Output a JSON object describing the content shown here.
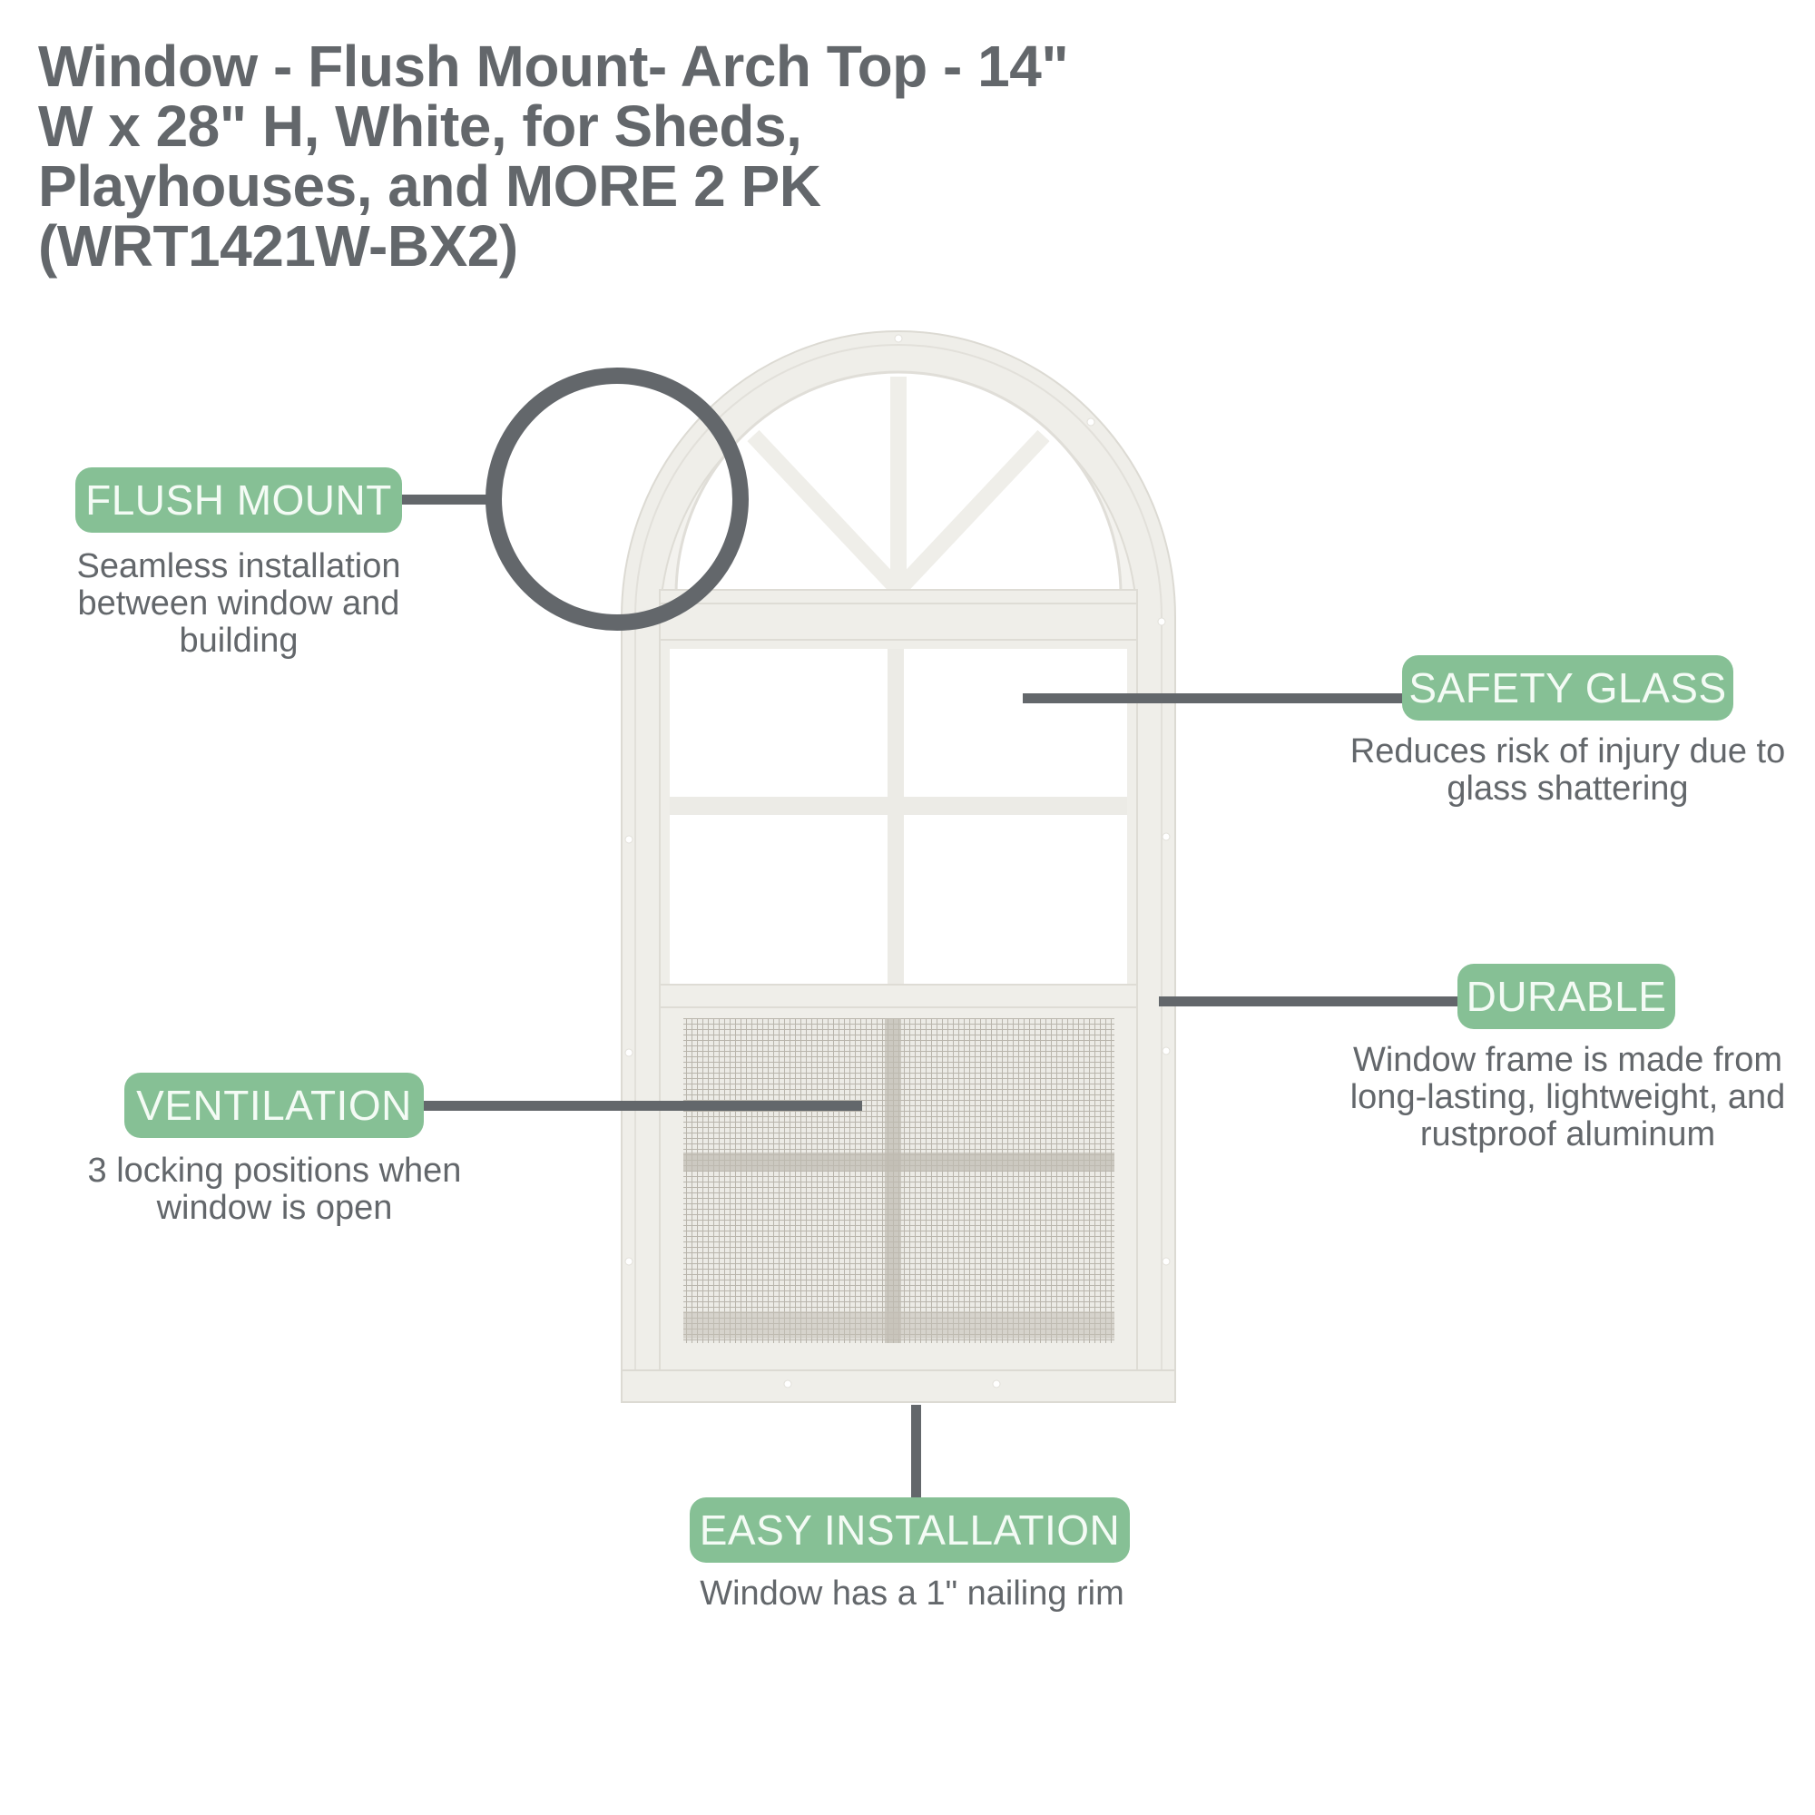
{
  "product": {
    "title_lines": [
      "Window - Flush Mount- Arch Top - 14\"",
      "W x 28\" H, White, for Sheds,",
      "Playhouses, and MORE 2 PK",
      "(WRT1421W-BX2)"
    ]
  },
  "features": {
    "flush_mount": {
      "label": "FLUSH MOUNT",
      "desc_lines": [
        "Seamless installation",
        "between window and",
        "building"
      ]
    },
    "safety_glass": {
      "label": "SAFETY GLASS",
      "desc_lines": [
        "Reduces risk of injury due to",
        "glass shattering"
      ]
    },
    "durable": {
      "label": "DURABLE",
      "desc_lines": [
        "Window frame is made from",
        "long-lasting, lightweight, and",
        "rustproof  aluminum"
      ]
    },
    "ventilation": {
      "label": "VENTILATION",
      "desc_lines": [
        "3 locking positions when",
        "window is open"
      ]
    },
    "easy_installation": {
      "label": "EASY INSTALLATION",
      "desc_lines": [
        "Window has a 1\" nailing rim"
      ]
    }
  },
  "colors": {
    "badge": "#86c095",
    "badge_text": "#f4fbf5",
    "text": "#63676b",
    "frame": "#efeee9",
    "screen": "#cfccc4"
  }
}
